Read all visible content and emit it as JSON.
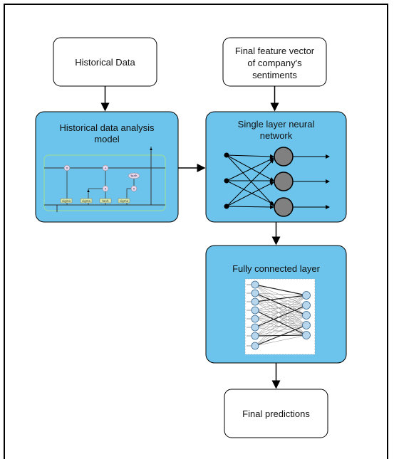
{
  "nodes": {
    "historical_data": {
      "label": "Historical Data"
    },
    "final_feature_vector": {
      "lines": [
        "Final feature vector",
        "of company's",
        "sentiments"
      ]
    },
    "historical_model": {
      "lines": [
        "Historical data analysis",
        "model"
      ]
    },
    "single_layer_nn": {
      "lines": [
        "Single layer neural",
        "network"
      ]
    },
    "fully_connected": {
      "label": "Fully connected layer"
    },
    "final_predictions": {
      "label": "Final predictions"
    }
  },
  "lstm_cell": {
    "gate_labels": [
      "sigma",
      "sigma",
      "tanh",
      "sigma"
    ],
    "op_labels": [
      "x",
      "+",
      "x",
      "x",
      "tanh"
    ]
  },
  "colors": {
    "process_fill": "#6cc4ec",
    "process_stroke": "#000000",
    "neuron_fill": "#808080",
    "fc_node_fill": "#b8d6ec",
    "fc_node_stroke": "#3a6b93",
    "lstm_panel": "#8fd6b0"
  }
}
